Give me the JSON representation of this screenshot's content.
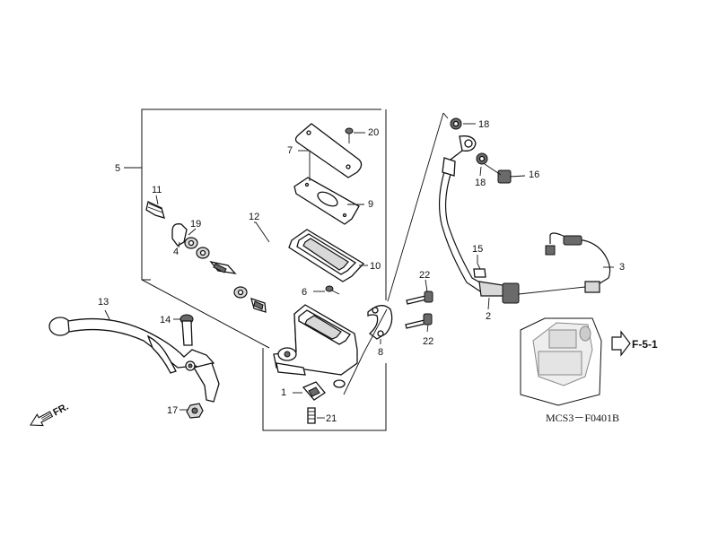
{
  "callouts": {
    "c1": "1",
    "c2": "2",
    "c3": "3",
    "c4": "4",
    "c5": "5",
    "c6": "6",
    "c7": "7",
    "c8": "8",
    "c9": "9",
    "c10": "10",
    "c11": "11",
    "c12": "12",
    "c13": "13",
    "c14": "14",
    "c15": "15",
    "c16": "16",
    "c17": "17",
    "c18a": "18",
    "c18b": "18",
    "c19": "19",
    "c20": "20",
    "c21": "21",
    "c22a": "22",
    "c22b": "22"
  },
  "reference": {
    "label": "F-5-1"
  },
  "front_marker": {
    "label": "FR."
  },
  "diagram_code": "MCS3－F0401B"
}
